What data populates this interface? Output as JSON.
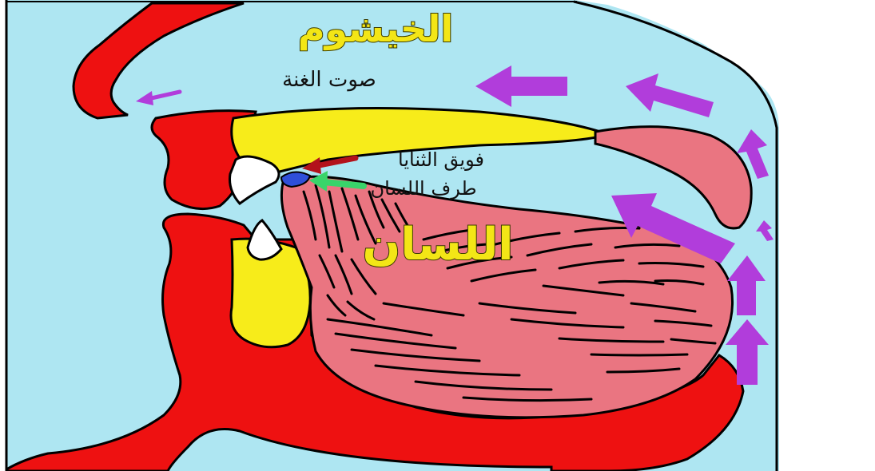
{
  "labels": {
    "nasal_cavity": "الخيشوم",
    "nasal_sound": "صوت الغنة",
    "above_incisors": "فويق الثنايا",
    "tongue_tip": "طرف اللسان",
    "tongue": "اللسان"
  },
  "colors": {
    "background": "#ffffff",
    "airway": "#aee6f2",
    "flesh_red": "#ee1111",
    "bone_yellow": "#f7ec1a",
    "tongue_pink": "#ea7581",
    "teeth_white": "#ffffff",
    "outline": "#000000",
    "airflow_arrow": "#b13ddb",
    "arrow_darkred": "#b3121b",
    "arrow_green": "#39d46a",
    "contact_blue": "#2f4fd8",
    "label_yellow": "#f3e616"
  }
}
